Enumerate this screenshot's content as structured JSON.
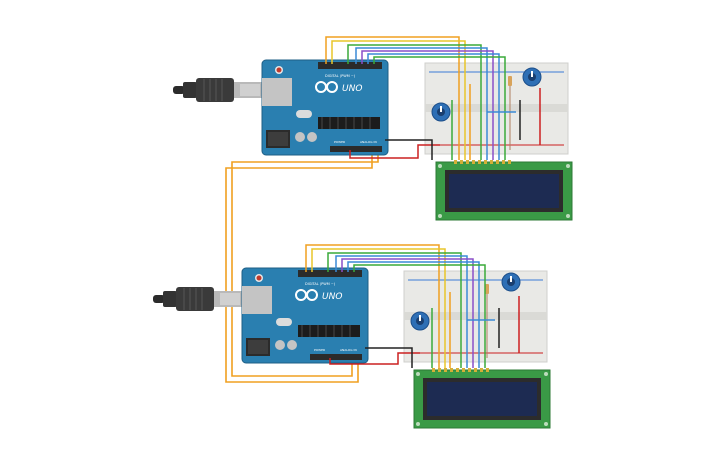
{
  "boards": [
    {
      "id": "top",
      "brand_text": "UNO",
      "header_text": "DIGITAL (PWM ~)",
      "power_text": "POWER",
      "analog_text": "ANALOG IN"
    },
    {
      "id": "bottom",
      "brand_text": "UNO",
      "header_text": "DIGITAL (PWM ~)",
      "power_text": "POWER",
      "analog_text": "ANALOG IN"
    }
  ],
  "colors": {
    "board": "#2a7fb0",
    "board_dark": "#1f5f86",
    "breadboard": "#e9e9e6",
    "lcd_pcb": "#3a9a46",
    "lcd_screen": "#1d2b52",
    "pot": "#2e6fb5",
    "wire_orange": "#f0a020",
    "wire_yellow": "#e8c52a",
    "wire_green": "#3aaa3a",
    "wire_blue": "#3a8ad6",
    "wire_purple": "#8a4fc8",
    "wire_red": "#cc2020",
    "wire_black": "#222222"
  },
  "icons": [
    "usb-cable-icon",
    "arduino-uno-icon",
    "breadboard-icon",
    "potentiometer-icon",
    "lcd-16x2-icon",
    "resistor-icon"
  ]
}
